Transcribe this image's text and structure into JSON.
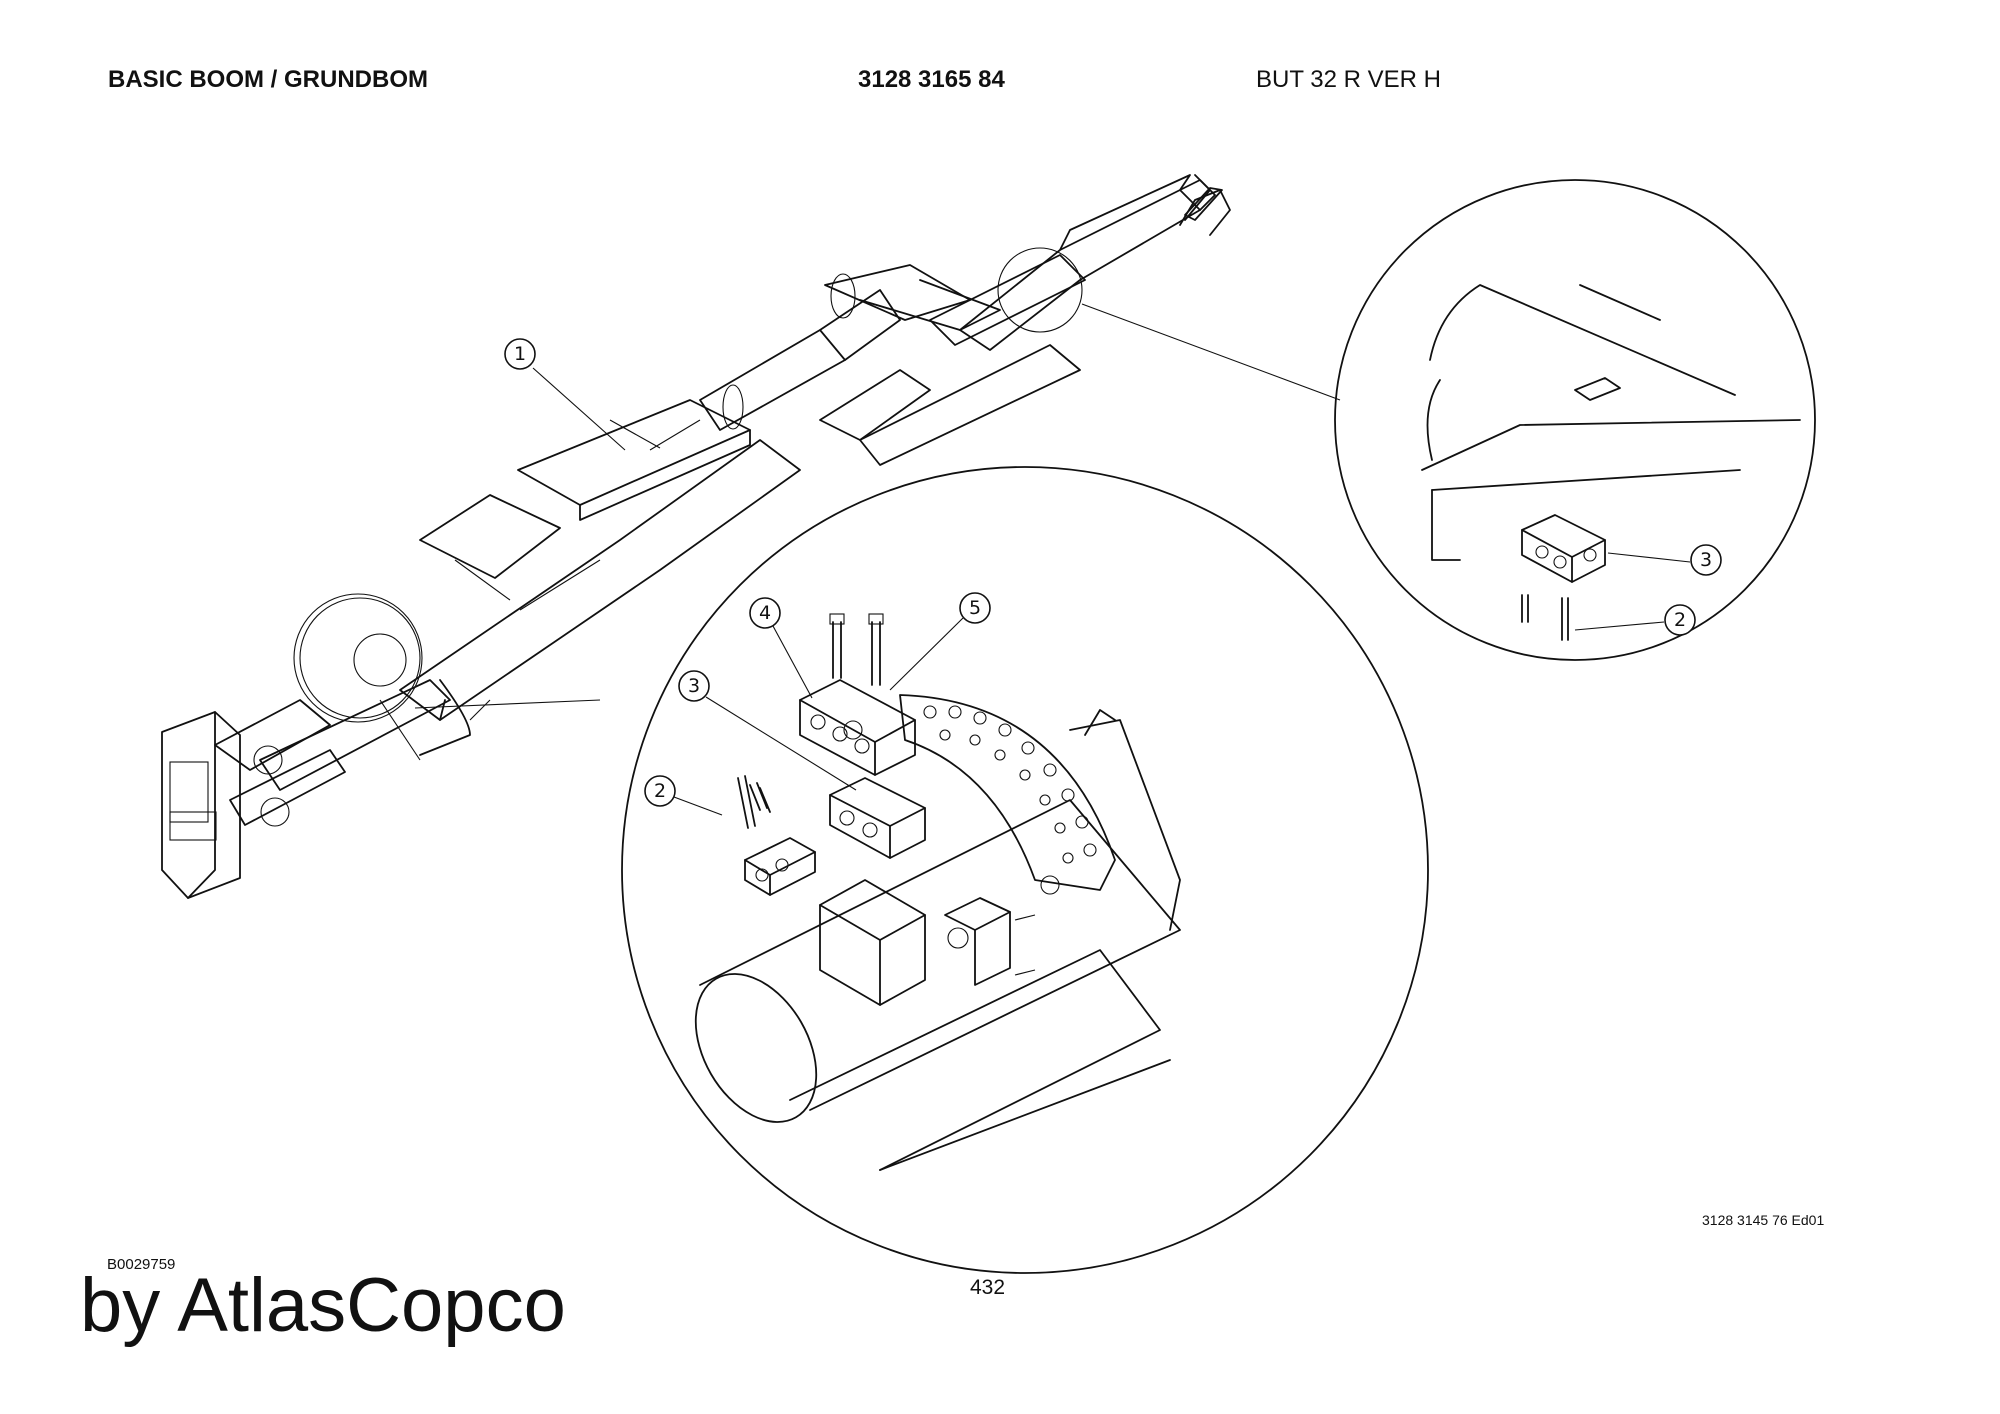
{
  "header": {
    "title": "BASIC BOOM / GRUNDBOM",
    "part_number": "3128 3165 84",
    "model": "BUT 32 R VER H"
  },
  "footer": {
    "drawing_ref": "3128 3145 76 Ed01",
    "b_number": "B0029759",
    "page_number": "432",
    "brand": "by AtlasCopco"
  },
  "callouts": {
    "c1": "1",
    "c2a": "2",
    "c3a": "3",
    "c4": "4",
    "c5": "5",
    "c2b": "2",
    "c3b": "3"
  }
}
